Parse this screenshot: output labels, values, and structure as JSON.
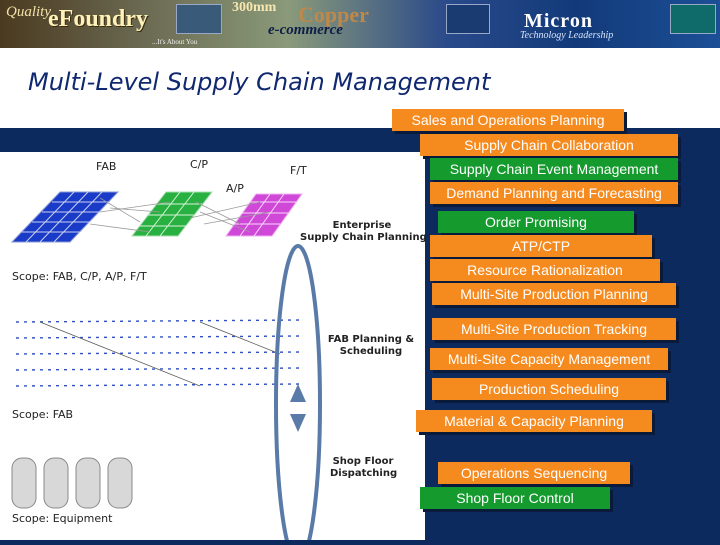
{
  "header": {
    "quality": "Quality",
    "efoundry": "eFoundry",
    "size300mm": "300mm",
    "copper": "Copper",
    "ecommerce": "e-commerce",
    "best": "...It's About You",
    "micron": "Micron",
    "tech": "Technology Leadership"
  },
  "title": "Multi-Level Supply Chain Management",
  "diagram": {
    "fab": "FAB",
    "cp": "C/P",
    "ap": "A/P",
    "ft": "F/T",
    "scope1": "Scope: FAB, C/P, A/P, F/T",
    "scope2": "Scope: FAB",
    "scope3": "Scope: Equipment",
    "enterprise": "Enterprise\nSupply Chain Planning",
    "fab_planning": "FAB Planning &\nScheduling",
    "shop_floor": "Shop Floor\nDispatching"
  },
  "levels": [
    "Sales and Operations Planning",
    "Supply Chain Collaboration",
    "Supply Chain Event Management",
    "Demand Planning and Forecasting",
    "Order Promising",
    "ATP/CTP",
    "Resource Rationalization",
    "Multi-Site Production Planning",
    "Multi-Site Production Tracking",
    "Multi-Site Capacity Management",
    "Production Scheduling",
    "Material & Capacity Planning",
    "Operations Sequencing",
    "Shop Floor Control"
  ],
  "colors": {
    "orange": "#f58a1f",
    "green": "#159a2e",
    "navy": "#0d2a5e",
    "fab_blue": "#1a3ac8",
    "cp_green": "#28b040",
    "ft_magenta": "#d048d8"
  }
}
